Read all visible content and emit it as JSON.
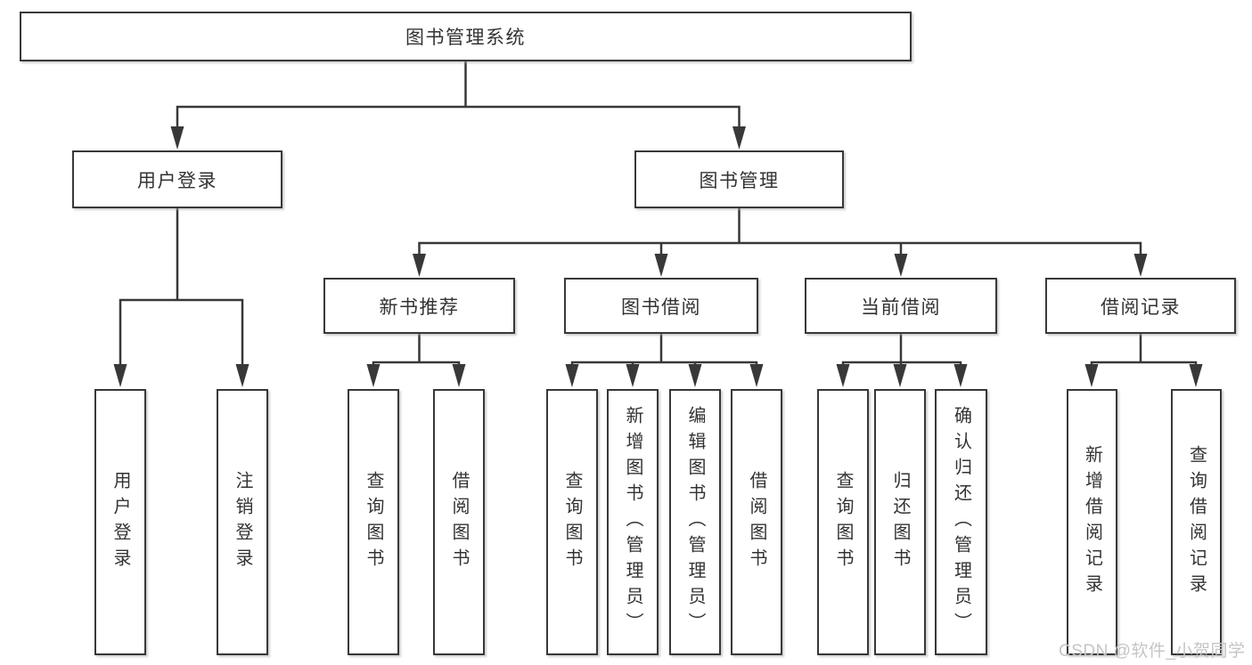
{
  "diagram_type": "hierarchy-tree",
  "tree": {
    "label": "图书管理系统",
    "children": [
      {
        "label": "用户登录",
        "children": [
          {
            "label": "用户登录"
          },
          {
            "label": "注销登录"
          }
        ]
      },
      {
        "label": "图书管理",
        "children": [
          {
            "label": "新书推荐",
            "children": [
              {
                "label": "查询图书"
              },
              {
                "label": "借阅图书"
              }
            ]
          },
          {
            "label": "图书借阅",
            "children": [
              {
                "label": "查询图书"
              },
              {
                "label": "新增图书（管理员）"
              },
              {
                "label": "编辑图书（管理员）"
              },
              {
                "label": "借阅图书"
              }
            ]
          },
          {
            "label": "当前借阅",
            "children": [
              {
                "label": "查询图书"
              },
              {
                "label": "归还图书"
              },
              {
                "label": "确认归还（管理员）"
              }
            ]
          },
          {
            "label": "借阅记录",
            "children": [
              {
                "label": "新增借阅记录"
              },
              {
                "label": "查询借阅记录"
              }
            ]
          }
        ]
      }
    ]
  },
  "watermark": "CSDN @软件_小贺同学",
  "colors": {
    "line": "#383838",
    "box_border": "#383838",
    "text": "#333333",
    "watermark": "#c5c5c5",
    "background": "#ffffff"
  }
}
